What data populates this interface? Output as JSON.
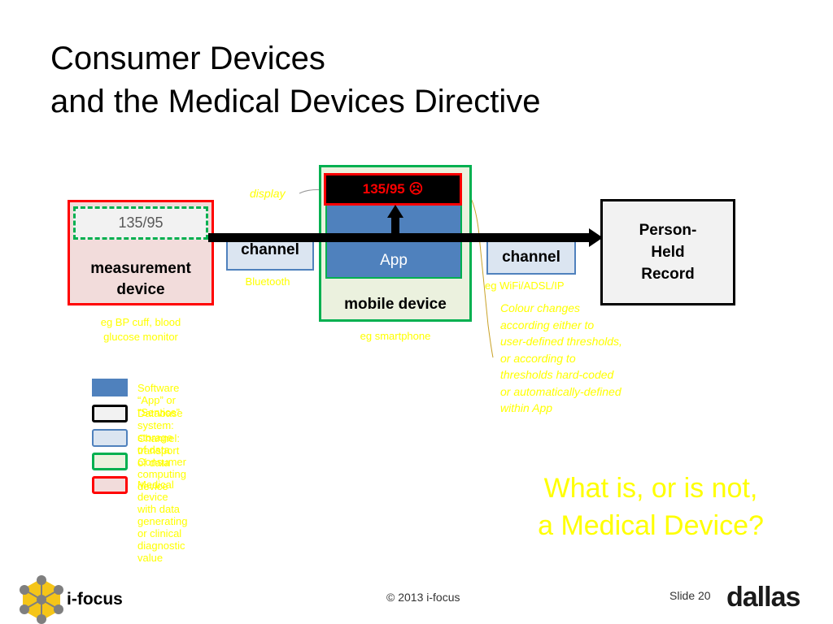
{
  "slide": {
    "title_line1": "Consumer Devices",
    "title_line2": "and the Medical Devices Directive"
  },
  "diagram": {
    "measurement_device": {
      "reading": "135/95",
      "label_line1": "measurement",
      "label_line2": "device",
      "caption_line1": "eg BP cuff, blood",
      "caption_line2": "glucose monitor"
    },
    "channel_left": {
      "label": "channel",
      "caption": "Bluetooth"
    },
    "mobile_device": {
      "display_reading": "135/95 ☹",
      "display_caption": "display",
      "app_label": "App",
      "label": "mobile device",
      "caption": "eg smartphone"
    },
    "channel_right": {
      "label": "channel",
      "caption": "eg WiFi/ADSL/IP"
    },
    "record": {
      "line1": "Person-",
      "line2": "Held",
      "line3": "Record"
    },
    "colour_note": [
      "Colour changes",
      "according either to",
      "user-defined thresholds,",
      "or according to",
      "thresholds hard-coded",
      "or automatically-defined",
      "within App"
    ]
  },
  "legend": [
    {
      "text": "Software “App” or “Service”",
      "fill": "#4f81bd",
      "border": "#4f81bd"
    },
    {
      "text": "Database system: storage of data",
      "fill": "#f2f2f2",
      "border": "#000000"
    },
    {
      "text": "Channel: transport of data",
      "fill": "#dbe5f1",
      "border": "#4f81bd"
    },
    {
      "text": "Consumer computing device",
      "fill": "#ebf1de",
      "border": "#00b050"
    },
    {
      "text": "Medical device with data generating or clinical diagnostic value",
      "fill": "#f2dcdb",
      "border": "#ff0000"
    }
  ],
  "question": {
    "line1": "What is, or is not,",
    "line2": "a Medical Device?"
  },
  "footer": {
    "brand": "i-focus",
    "copyright": "© 2013 i-focus",
    "slide_label": "Slide 20",
    "event_logo": "dallas"
  },
  "colors": {
    "accent_yellow": "#ffff00",
    "medical_red": "#ff0000",
    "consumer_green": "#00b050",
    "app_blue": "#4f81bd",
    "logo_yellow": "#f5c518"
  }
}
